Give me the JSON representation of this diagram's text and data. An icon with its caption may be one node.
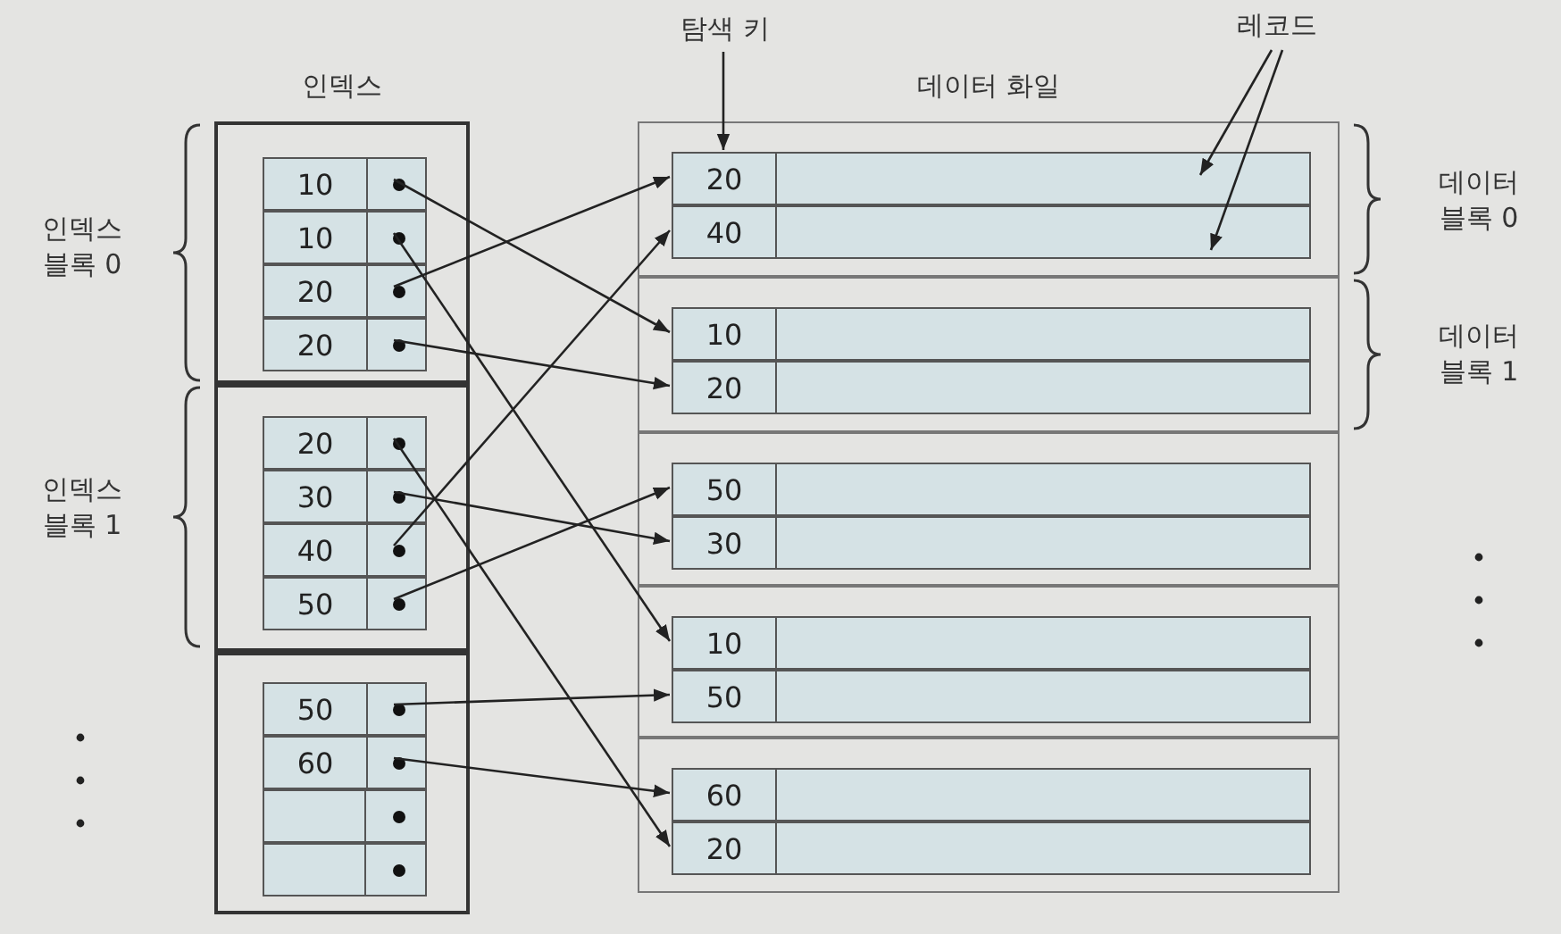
{
  "diagram": {
    "nodes": [
      {
        "text": [
          "인덱스"
        ]
      },
      {
        "text": [],
        "shape": "box",
        "in": 0
      },
      {
        "text": [
          "10"
        ],
        "in": 1
      },
      {
        "text": [
          "10"
        ],
        "in": 1
      },
      {
        "text": [
          "20"
        ],
        "in": 1
      },
      {
        "text": [
          "20"
        ],
        "in": 1
      },
      {
        "text": [],
        "shape": "box",
        "in": 0
      },
      {
        "text": [
          "20"
        ],
        "in": 6
      },
      {
        "text": [
          "30"
        ],
        "in": 6
      },
      {
        "text": [
          "40"
        ],
        "in": 6
      },
      {
        "text": [
          "50"
        ],
        "in": 6
      },
      {
        "text": [],
        "shape": "box",
        "in": 0
      },
      {
        "text": [
          "50"
        ],
        "in": 11
      },
      {
        "text": [
          "60"
        ],
        "in": 11
      },
      {
        "text": [],
        "shape": "box",
        "in": 11
      },
      {
        "text": [],
        "shape": "box",
        "in": 11
      },
      {
        "text": [
          "데이터 화일"
        ]
      },
      {
        "text": [],
        "shape": "box",
        "in": 16
      },
      {
        "text": [
          "20"
        ],
        "in": 17
      },
      {
        "text": [
          "40"
        ],
        "in": 17
      },
      {
        "text": [],
        "shape": "box",
        "in": 16
      },
      {
        "text": [
          "10"
        ],
        "in": 20
      },
      {
        "text": [
          "20"
        ],
        "in": 20
      },
      {
        "text": [],
        "shape": "box",
        "in": 16
      },
      {
        "text": [
          "50"
        ],
        "in": 23
      },
      {
        "text": [
          "30"
        ],
        "in": 23
      },
      {
        "text": [],
        "shape": "box",
        "in": 16
      },
      {
        "text": [
          "10"
        ],
        "in": 26
      },
      {
        "text": [
          "50"
        ],
        "in": 26
      },
      {
        "text": [],
        "shape": "box",
        "in": 16
      },
      {
        "text": [
          "60"
        ],
        "in": 29
      },
      {
        "text": [
          "20"
        ],
        "in": 29
      },
      {
        "text": [
          "탐색 키"
        ]
      },
      {
        "text": [
          "레코드"
        ]
      }
    ],
    "edges": [
      {
        "from": 2,
        "to": 21,
        "arrow": "to"
      },
      {
        "from": 3,
        "to": 27,
        "arrow": "to"
      },
      {
        "from": 4,
        "to": 18,
        "arrow": "to"
      },
      {
        "from": 5,
        "to": 22,
        "arrow": "to"
      },
      {
        "from": 7,
        "to": 31,
        "arrow": "to"
      },
      {
        "from": 8,
        "to": 25,
        "arrow": "to"
      },
      {
        "from": 9,
        "to": 19,
        "arrow": "to"
      },
      {
        "from": 10,
        "to": 24,
        "arrow": "to"
      },
      {
        "from": 12,
        "to": 28,
        "arrow": "to"
      },
      {
        "from": 13,
        "to": 30,
        "arrow": "to"
      },
      {
        "from": 32,
        "to": 18,
        "arrow": "to"
      },
      {
        "from": 33,
        "to": 18,
        "arrow": "to"
      },
      {
        "from": 33,
        "to": 19,
        "arrow": "to"
      }
    ],
    "labels": [
      "인덱스 블록 0",
      "인덱스 블록 1",
      "데이터 블록 0",
      "데이터 블록 1"
    ]
  }
}
